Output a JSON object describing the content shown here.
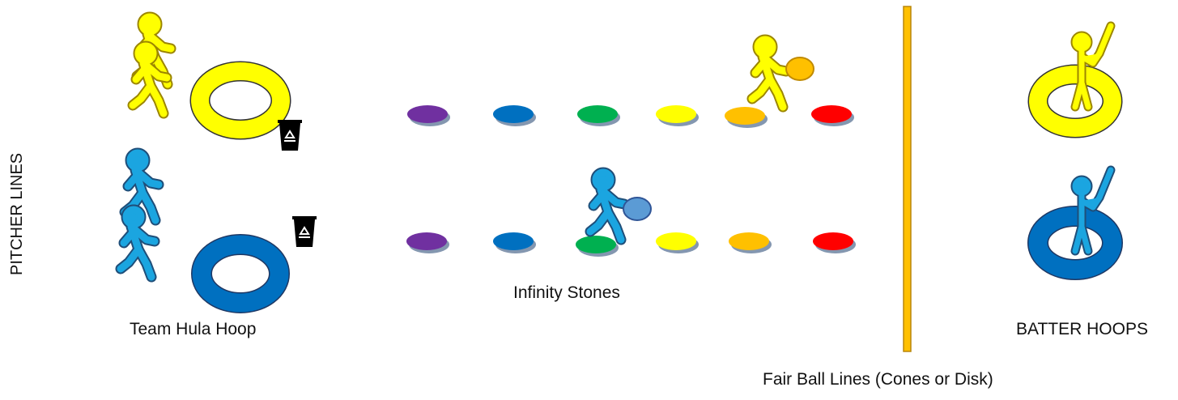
{
  "labels": {
    "pitcher_lines": "PITCHER LINES",
    "team_hula_hoop": "Team Hula Hoop",
    "infinity_stones": "Infinity Stones",
    "batter_hoops": "BATTER HOOPS",
    "fair_ball_lines": "Fair Ball Lines (Cones or Disk)"
  },
  "teams": [
    {
      "name": "yellow",
      "color": "#FFFF00",
      "stroke": "#B8A000"
    },
    {
      "name": "blue",
      "color": "#0070C0",
      "light": "#1BA5E0",
      "stroke": "#1F3864"
    }
  ],
  "stone_colors": [
    "#7030A0",
    "#0070C0",
    "#00B050",
    "#FFFF00",
    "#FFC000",
    "#FF0000"
  ],
  "fair_line_color": "#FFC000",
  "ball_colors": {
    "yellow_team": "#FFC000",
    "blue_team": "#5B9BD5"
  },
  "icons": [
    "recycle-bin-icon",
    "runner-icon",
    "batter-icon",
    "hula-hoop-icon",
    "stone-icon"
  ]
}
